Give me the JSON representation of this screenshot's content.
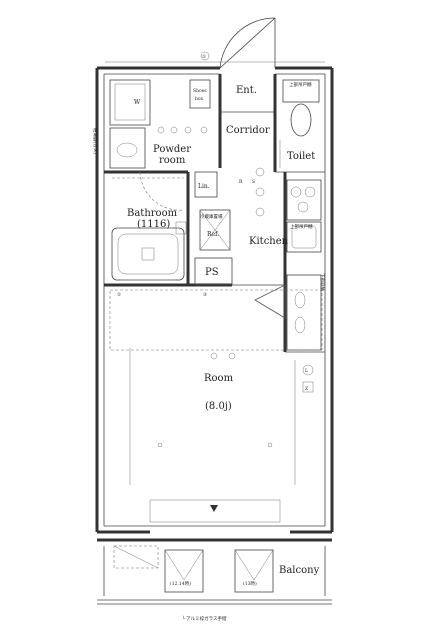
{
  "rooms": {
    "entrance": "Ent.",
    "corridor": "Corridor",
    "toilet": "Toilet",
    "powder_room": [
      "Powder",
      "room"
    ],
    "bathroom": [
      "Bathroom",
      "(1116)"
    ],
    "kitchen": "Kitchen",
    "refrigerator": "Ref.",
    "pipe_space": "PS",
    "linen": "Lin.",
    "room": [
      "Room",
      "(8.0j)"
    ],
    "balcony": "Balcony",
    "shoe_box": [
      "Shoes",
      "box"
    ]
  },
  "symbols": {
    "w_mark": "W",
    "r_mark": "R",
    "s_mark": "S",
    "l_mark": "L",
    "z_mark": "Z",
    "unit_1_mark": "①",
    "unit_2_mark": "②",
    "unit_3_mark": "③"
  },
  "notes": {
    "bottom_note": "└ アルミ枠ガラス手摺",
    "balcony_left_unit": "(12.14時)",
    "balcony_right_unit": "(13時)",
    "kitchen_cabinet": "上部吊戸棚",
    "toilet_cabinet": "上部吊戸棚",
    "storage": "下部収納",
    "left_wall_note": "給湯器(ガス)",
    "ref_space": "冷蔵庫置場"
  },
  "colors": {
    "wall": "#333333",
    "line": "#444444",
    "background": "#ffffff"
  }
}
